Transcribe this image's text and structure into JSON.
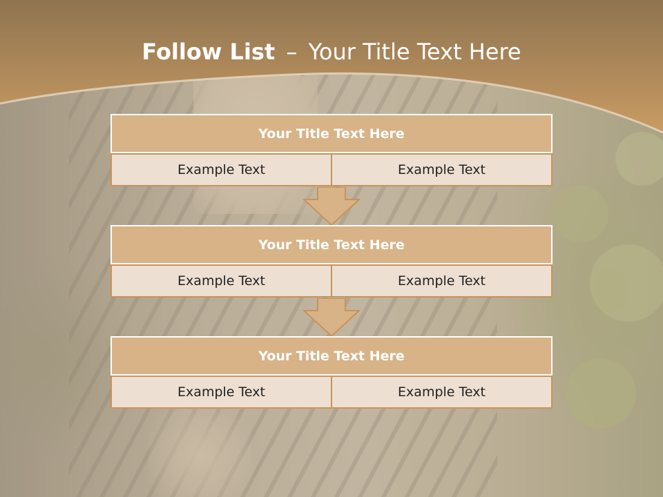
{
  "slide": {
    "title_strong": "Follow List",
    "title_separator": "–",
    "title_rest": "Your Title Text Here"
  },
  "blocks": [
    {
      "title": "Your Title Text Here",
      "left_text": "Example Text",
      "right_text": "Example Text"
    },
    {
      "title": "Your Title Text Here",
      "left_text": "Example Text",
      "right_text": "Example Text"
    },
    {
      "title": "Your Title Text Here",
      "left_text": "Example Text",
      "right_text": "Example Text"
    }
  ],
  "colors": {
    "header_top": "#8e7450",
    "header_bottom": "#c99b63",
    "block_title_fill": "#d7b387",
    "cell_fill": "#eddfd2",
    "cell_border": "#c8935a",
    "arrow_fill": "#d7b387"
  }
}
